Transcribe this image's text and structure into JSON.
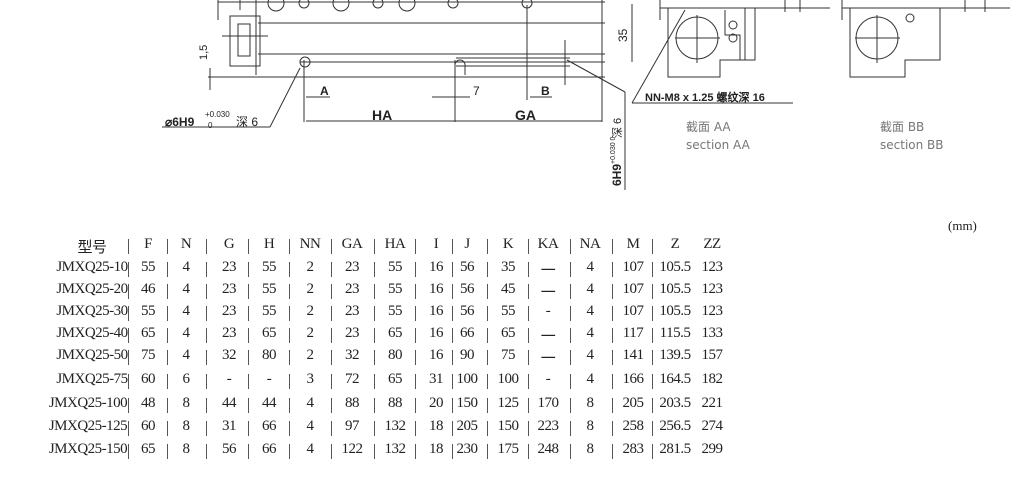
{
  "drawing": {
    "dim_1_5": "1,5",
    "dim_35": "35",
    "label_A": "A",
    "label_HA": "HA",
    "dim_7": "7",
    "label_B": "B",
    "label_GA": "GA",
    "hole_left": "⌀6H9",
    "hole_left_tol_upper": "+0.030",
    "hole_left_tol_lower": "0",
    "hole_left_depth": "深 6",
    "hole_right": "6H9",
    "hole_right_tol": "+0.030 0",
    "hole_right_depth": "深 6",
    "thread_note": "NN-M8 x 1.25 螺纹深 16",
    "section_aa_cn": "截面 AA",
    "section_aa_en": "section AA",
    "section_bb_cn": "截面 BB",
    "section_bb_en": "section BB"
  },
  "table": {
    "unit": "(mm)",
    "headers": [
      "型号",
      "F",
      "N",
      "G",
      "H",
      "NN",
      "GA",
      "HA",
      "I",
      "J",
      "K",
      "KA",
      "NA",
      "M",
      "Z",
      "ZZ"
    ],
    "rows": [
      [
        "JMXQ25-10",
        "55",
        "4",
        "23",
        "55",
        "2",
        "23",
        "55",
        "16",
        "56",
        "35",
        "一",
        "4",
        "107",
        "105.5",
        "123"
      ],
      [
        "JMXQ25-20",
        "46",
        "4",
        "23",
        "55",
        "2",
        "23",
        "55",
        "16",
        "56",
        "45",
        "一",
        "4",
        "107",
        "105.5",
        "123"
      ],
      [
        "JMXQ25-30",
        "55",
        "4",
        "23",
        "55",
        "2",
        "23",
        "55",
        "16",
        "56",
        "55",
        "-",
        "4",
        "107",
        "105.5",
        "123"
      ],
      [
        "JMXQ25-40",
        "65",
        "4",
        "23",
        "65",
        "2",
        "23",
        "65",
        "16",
        "66",
        "65",
        "一",
        "4",
        "117",
        "115.5",
        "133"
      ],
      [
        "JMXQ25-50",
        "75",
        "4",
        "32",
        "80",
        "2",
        "32",
        "80",
        "16",
        "90",
        "75",
        "一",
        "4",
        "141",
        "139.5",
        "157"
      ],
      [
        "JMXQ25-75",
        "60",
        "6",
        "-",
        "-",
        "3",
        "72",
        "65",
        "31",
        "100",
        "100",
        "-",
        "4",
        "166",
        "164.5",
        "182"
      ],
      [
        "JMXQ25-100",
        "48",
        "8",
        "44",
        "44",
        "4",
        "88",
        "88",
        "20",
        "150",
        "125",
        "170",
        "8",
        "205",
        "203.5",
        "221"
      ],
      [
        "JMXQ25-125",
        "60",
        "8",
        "31",
        "66",
        "4",
        "97",
        "132",
        "18",
        "205",
        "150",
        "223",
        "8",
        "258",
        "256.5",
        "274"
      ],
      [
        "JMXQ25-150",
        "65",
        "8",
        "56",
        "66",
        "4",
        "122",
        "132",
        "18",
        "230",
        "175",
        "248",
        "8",
        "283",
        "281.5",
        "299"
      ]
    ]
  }
}
